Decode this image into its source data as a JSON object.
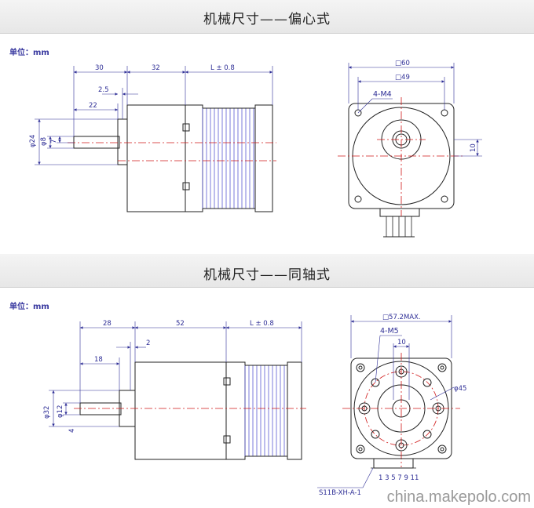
{
  "section1": {
    "title": "机械尺寸——偏心式",
    "unit": "单位：mm",
    "side_dims": [
      "30",
      "32",
      "L ± 0.8",
      "2.5",
      "22",
      "φ24",
      "φ8",
      "7"
    ],
    "front_dims": [
      "□60",
      "□49",
      "4-M4",
      "10"
    ]
  },
  "section2": {
    "title": "机械尺寸——同轴式",
    "unit": "单位：mm",
    "side_dims": [
      "28",
      "52",
      "L ± 0.8",
      "2",
      "18",
      "φ32",
      "φ12",
      "4"
    ],
    "front_dims": [
      "□57.2MAX.",
      "4-M5",
      "10",
      "φ45",
      "S11B-XH-A-1",
      "1 3 5 7 9 11"
    ]
  },
  "watermark": "china.makepolo.com",
  "colors": {
    "line": "#222222",
    "dim": "#2e2e96",
    "center": "#d01818",
    "coil": "#5a5ad2"
  }
}
